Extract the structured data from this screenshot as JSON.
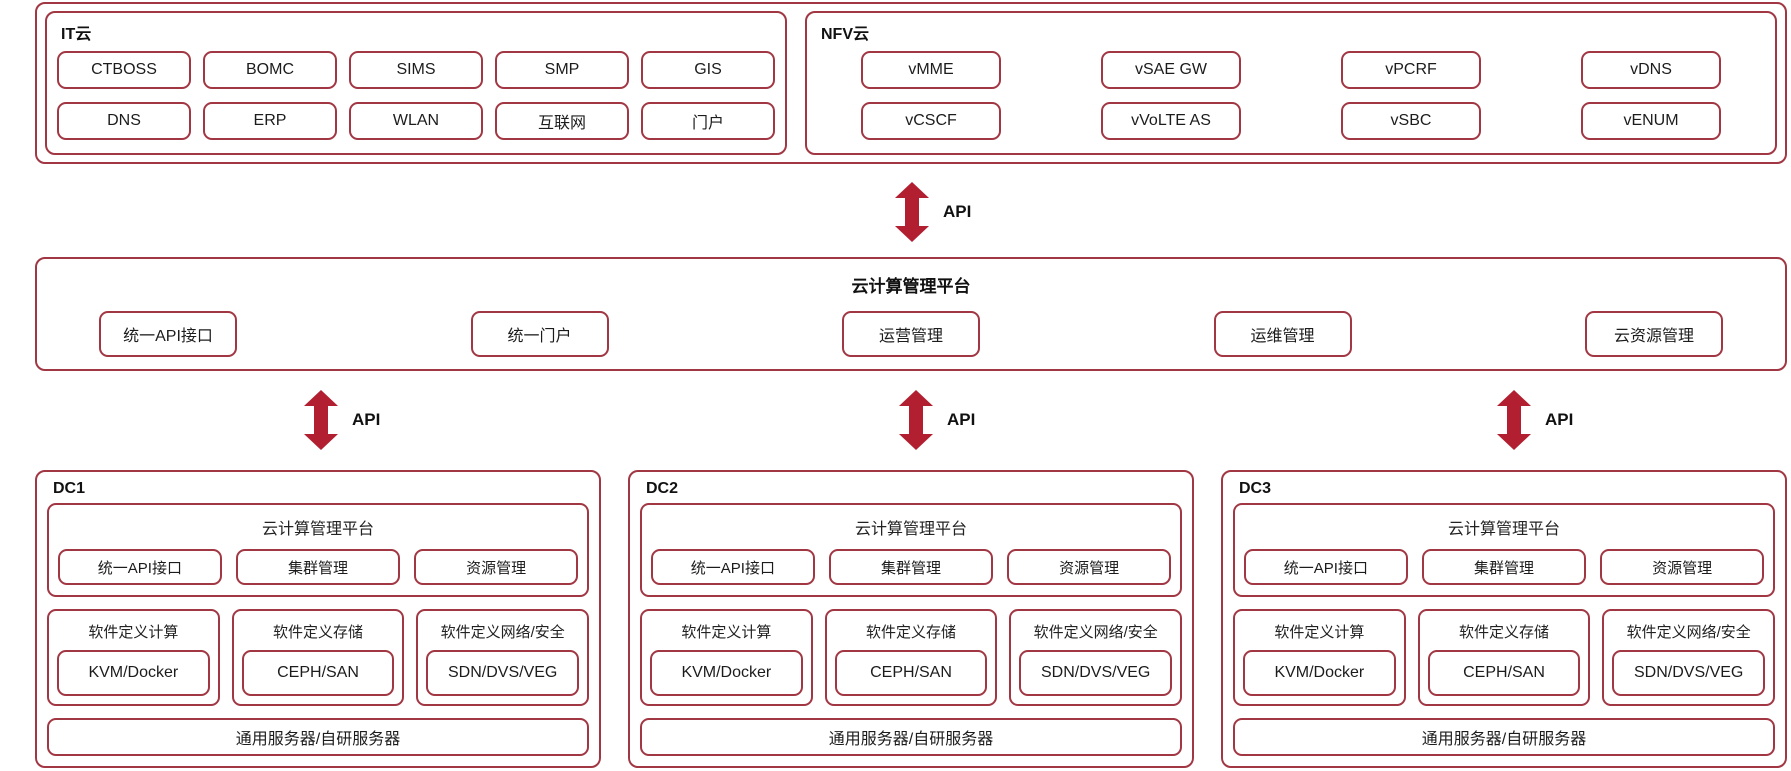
{
  "colors": {
    "border": "#A23744",
    "arrow": "#B11F31",
    "text": "#111111"
  },
  "top": {
    "it": {
      "title": "IT云",
      "row1": [
        "CTBOSS",
        "BOMC",
        "SIMS",
        "SMP",
        "GIS"
      ],
      "row2": [
        "DNS",
        "ERP",
        "WLAN",
        "互联网",
        "门户"
      ]
    },
    "nfv": {
      "title": "NFV云",
      "row1": [
        "vMME",
        "vSAE GW",
        "vPCRF",
        "vDNS"
      ],
      "row2": [
        "vCSCF",
        "vVoLTE AS",
        "vSBC",
        "vENUM"
      ]
    }
  },
  "api_label": "API",
  "platform": {
    "title": "云计算管理平台",
    "modules": [
      "统一API接口",
      "统一门户",
      "运营管理",
      "运维管理",
      "云资源管理"
    ]
  },
  "datacenters": [
    {
      "name": "DC1",
      "mgmt_title": "云计算管理平台",
      "mgmt_modules": [
        "统一API接口",
        "集群管理",
        "资源管理"
      ],
      "sd": [
        {
          "title": "软件定义计算",
          "tech": "KVM/Docker"
        },
        {
          "title": "软件定义存储",
          "tech": "CEPH/SAN"
        },
        {
          "title": "软件定义网络/安全",
          "tech": "SDN/DVS/VEG"
        }
      ],
      "server": "通用服务器/自研服务器"
    },
    {
      "name": "DC2",
      "mgmt_title": "云计算管理平台",
      "mgmt_modules": [
        "统一API接口",
        "集群管理",
        "资源管理"
      ],
      "sd": [
        {
          "title": "软件定义计算",
          "tech": "KVM/Docker"
        },
        {
          "title": "软件定义存储",
          "tech": "CEPH/SAN"
        },
        {
          "title": "软件定义网络/安全",
          "tech": "SDN/DVS/VEG"
        }
      ],
      "server": "通用服务器/自研服务器"
    },
    {
      "name": "DC3",
      "mgmt_title": "云计算管理平台",
      "mgmt_modules": [
        "统一API接口",
        "集群管理",
        "资源管理"
      ],
      "sd": [
        {
          "title": "软件定义计算",
          "tech": "KVM/Docker"
        },
        {
          "title": "软件定义存储",
          "tech": "CEPH/SAN"
        },
        {
          "title": "软件定义网络/安全",
          "tech": "SDN/DVS/VEG"
        }
      ],
      "server": "通用服务器/自研服务器"
    }
  ]
}
